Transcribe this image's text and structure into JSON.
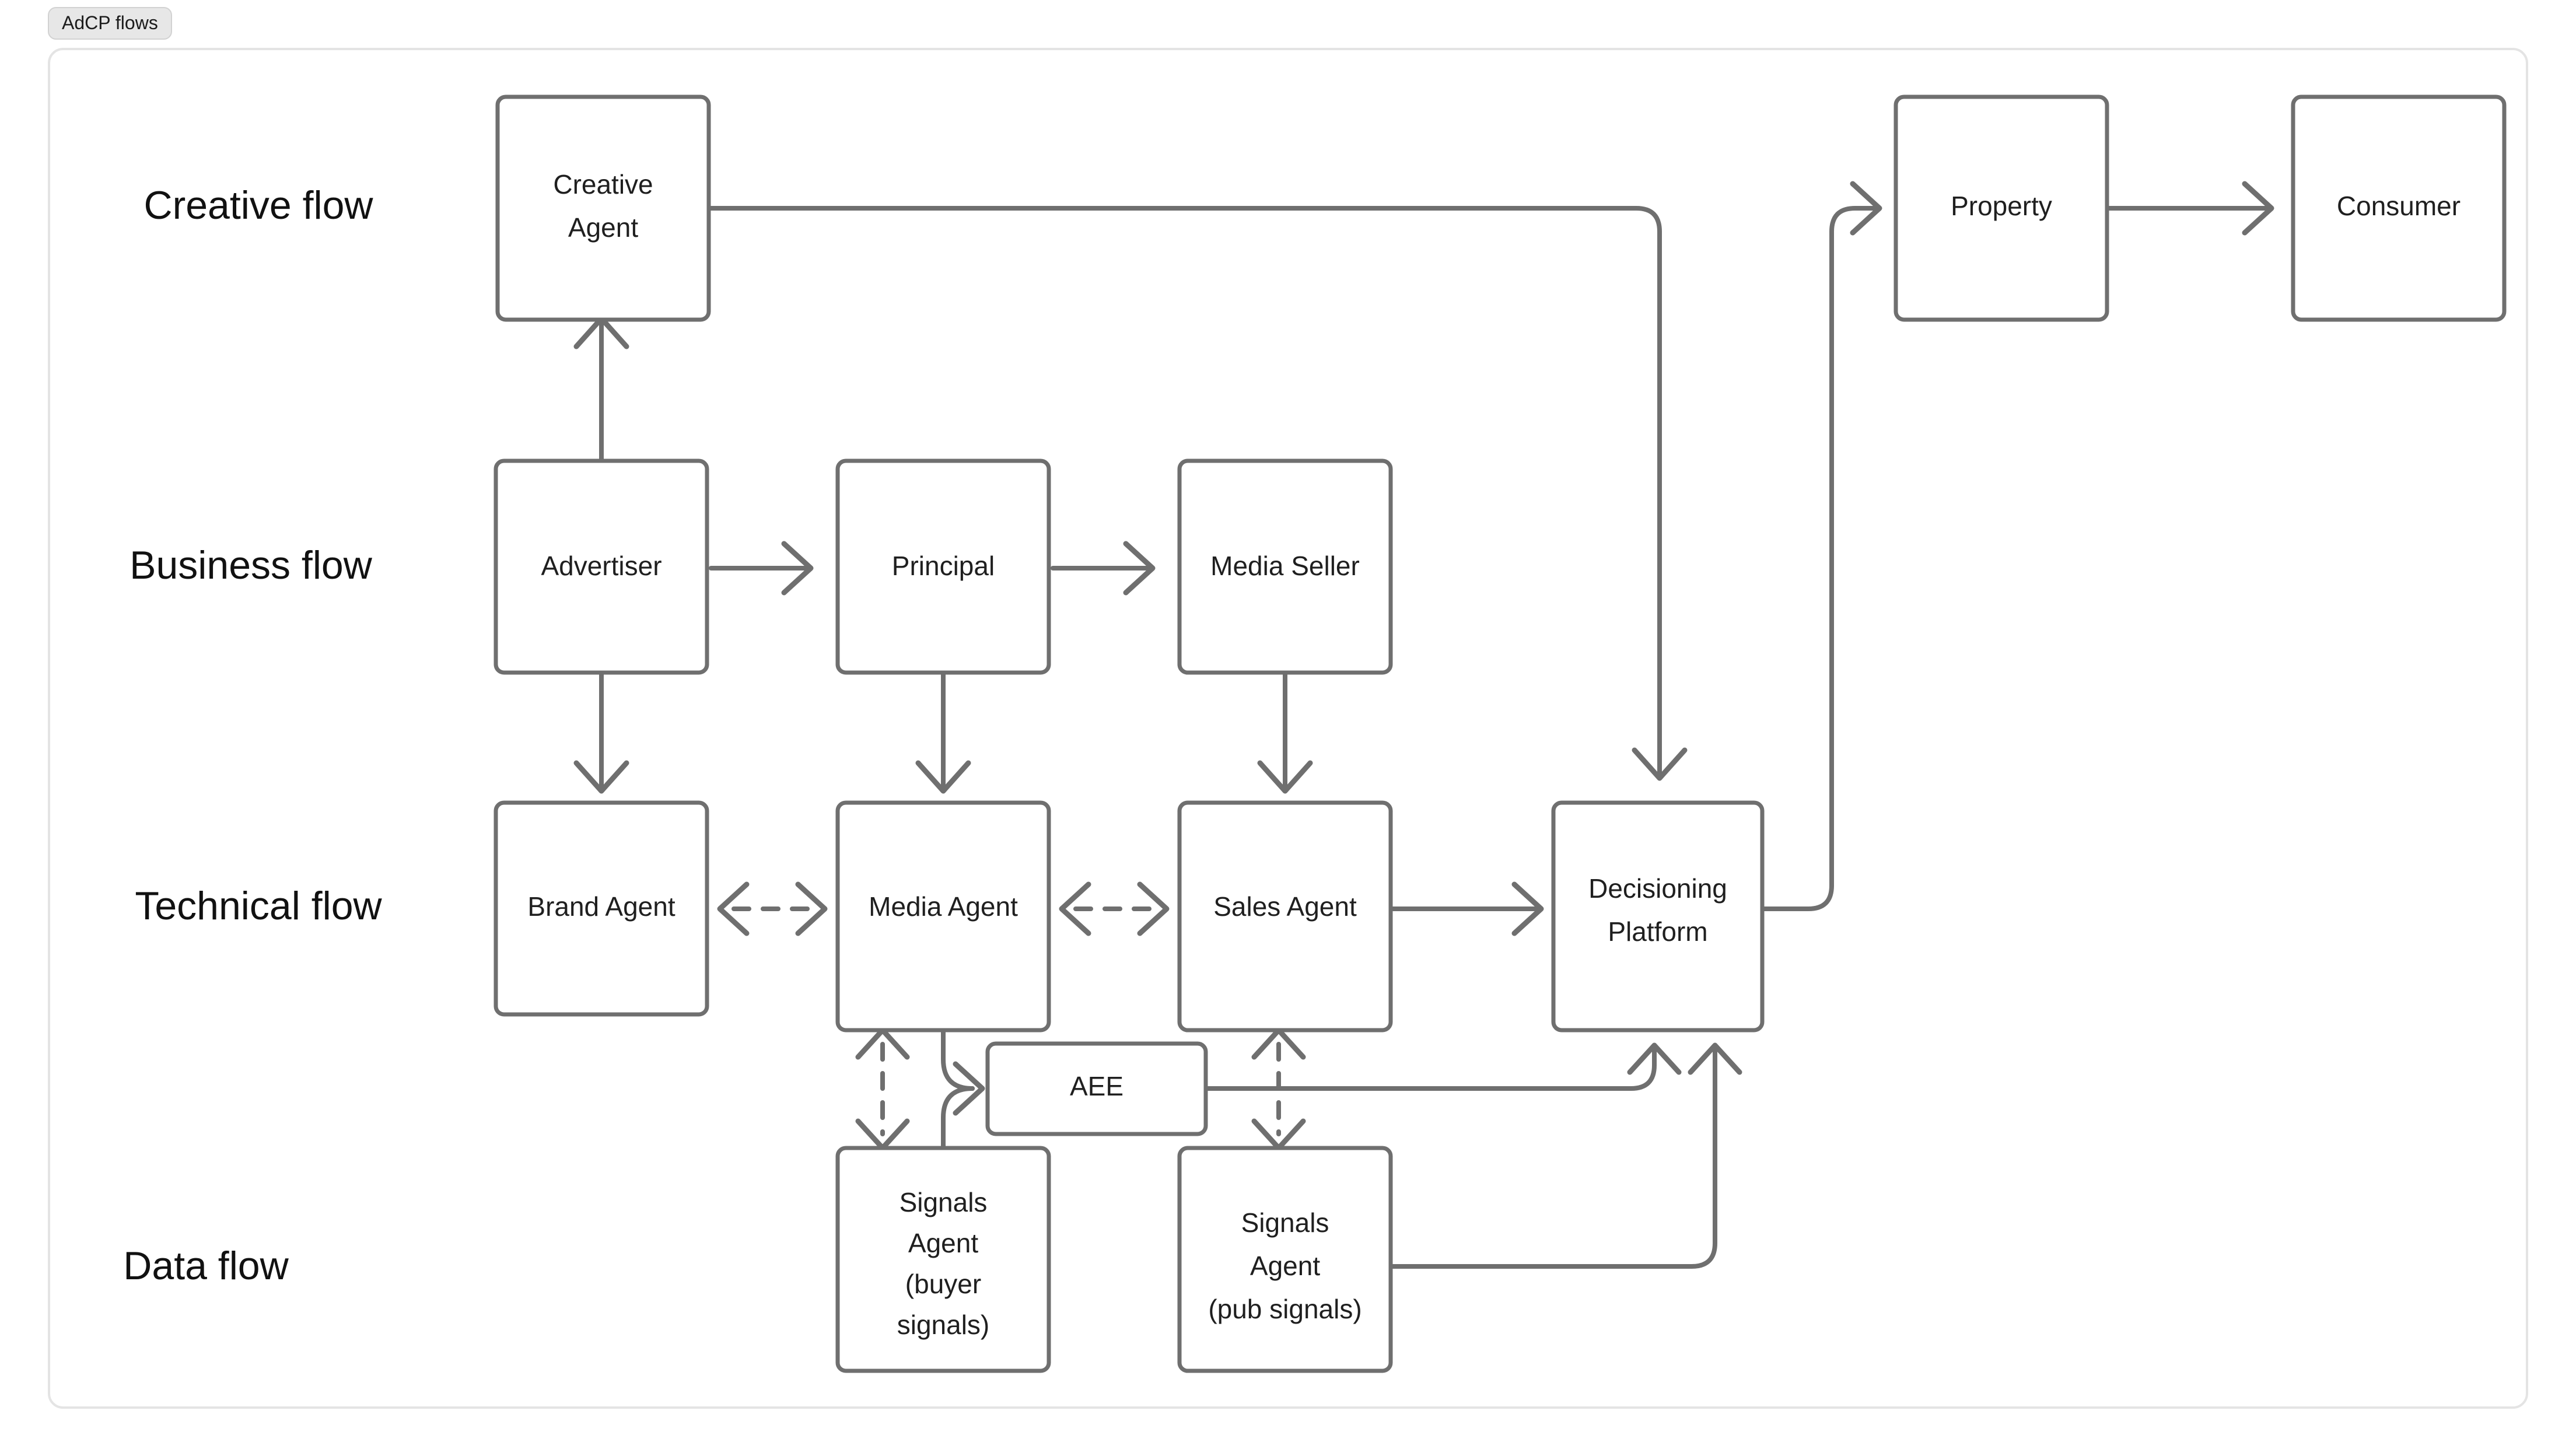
{
  "tab": {
    "label": "AdCP flows"
  },
  "diagram": {
    "title": "AdCP flows",
    "rows": [
      {
        "id": "creative",
        "label": "Creative flow"
      },
      {
        "id": "business",
        "label": "Business flow"
      },
      {
        "id": "technical",
        "label": "Technical flow"
      },
      {
        "id": "data",
        "label": "Data flow"
      }
    ],
    "nodes": [
      {
        "id": "creative-agent",
        "label": "Creative Agent",
        "lines": [
          "Creative",
          "Agent"
        ],
        "row": "creative"
      },
      {
        "id": "property",
        "label": "Property",
        "lines": [
          "Property"
        ],
        "row": "creative"
      },
      {
        "id": "consumer",
        "label": "Consumer",
        "lines": [
          "Consumer"
        ],
        "row": "creative"
      },
      {
        "id": "advertiser",
        "label": "Advertiser",
        "lines": [
          "Advertiser"
        ],
        "row": "business"
      },
      {
        "id": "principal",
        "label": "Principal",
        "lines": [
          "Principal"
        ],
        "row": "business"
      },
      {
        "id": "media-seller",
        "label": "Media Seller",
        "lines": [
          "Media Seller"
        ],
        "row": "business"
      },
      {
        "id": "brand-agent",
        "label": "Brand Agent",
        "lines": [
          "Brand Agent"
        ],
        "row": "technical"
      },
      {
        "id": "media-agent",
        "label": "Media Agent",
        "lines": [
          "Media Agent"
        ],
        "row": "technical"
      },
      {
        "id": "sales-agent",
        "label": "Sales Agent",
        "lines": [
          "Sales Agent"
        ],
        "row": "technical"
      },
      {
        "id": "decisioning-platform",
        "label": "Decisioning Platform",
        "lines": [
          "Decisioning",
          "Platform"
        ],
        "row": "technical"
      },
      {
        "id": "aee",
        "label": "AEE",
        "lines": [
          "AEE"
        ],
        "row": "technical"
      },
      {
        "id": "signals-agent-buyer",
        "label": "Signals Agent (buyer signals)",
        "lines": [
          "Signals",
          "Agent",
          "(buyer",
          "signals)"
        ],
        "row": "data"
      },
      {
        "id": "signals-agent-pub",
        "label": "Signals Agent (pub signals)",
        "lines": [
          "Signals",
          "Agent",
          "(pub signals)"
        ],
        "row": "data"
      }
    ],
    "edges": [
      {
        "from": "advertiser",
        "to": "creative-agent",
        "style": "solid",
        "direction": "one-way"
      },
      {
        "from": "creative-agent",
        "to": "decisioning-platform",
        "style": "solid",
        "direction": "one-way"
      },
      {
        "from": "advertiser",
        "to": "principal",
        "style": "solid",
        "direction": "one-way"
      },
      {
        "from": "principal",
        "to": "media-seller",
        "style": "solid",
        "direction": "one-way"
      },
      {
        "from": "advertiser",
        "to": "brand-agent",
        "style": "solid",
        "direction": "one-way"
      },
      {
        "from": "principal",
        "to": "media-agent",
        "style": "solid",
        "direction": "one-way"
      },
      {
        "from": "media-seller",
        "to": "sales-agent",
        "style": "solid",
        "direction": "one-way"
      },
      {
        "from": "brand-agent",
        "to": "media-agent",
        "style": "dashed",
        "direction": "two-way"
      },
      {
        "from": "media-agent",
        "to": "sales-agent",
        "style": "dashed",
        "direction": "two-way"
      },
      {
        "from": "sales-agent",
        "to": "decisioning-platform",
        "style": "solid",
        "direction": "one-way"
      },
      {
        "from": "decisioning-platform",
        "to": "property",
        "style": "solid",
        "direction": "one-way"
      },
      {
        "from": "property",
        "to": "consumer",
        "style": "solid",
        "direction": "one-way"
      },
      {
        "from": "media-agent",
        "to": "signals-agent-buyer",
        "style": "dashed",
        "direction": "two-way"
      },
      {
        "from": "media-agent",
        "to": "aee",
        "style": "solid",
        "direction": "one-way"
      },
      {
        "from": "signals-agent-buyer",
        "to": "aee",
        "style": "solid",
        "direction": "one-way"
      },
      {
        "from": "aee",
        "to": "decisioning-platform",
        "style": "solid",
        "direction": "one-way"
      },
      {
        "from": "sales-agent",
        "to": "signals-agent-pub",
        "style": "dashed",
        "direction": "two-way"
      },
      {
        "from": "signals-agent-pub",
        "to": "decisioning-platform",
        "style": "solid",
        "direction": "one-way"
      }
    ],
    "colors": {
      "node_border": "#6f6f6f",
      "edge": "#6f6f6f",
      "node_fill": "#ffffff",
      "text": "#1f1f1f",
      "frame_border": "#e4e4e4",
      "tab_background": "#e7e7e7"
    }
  }
}
